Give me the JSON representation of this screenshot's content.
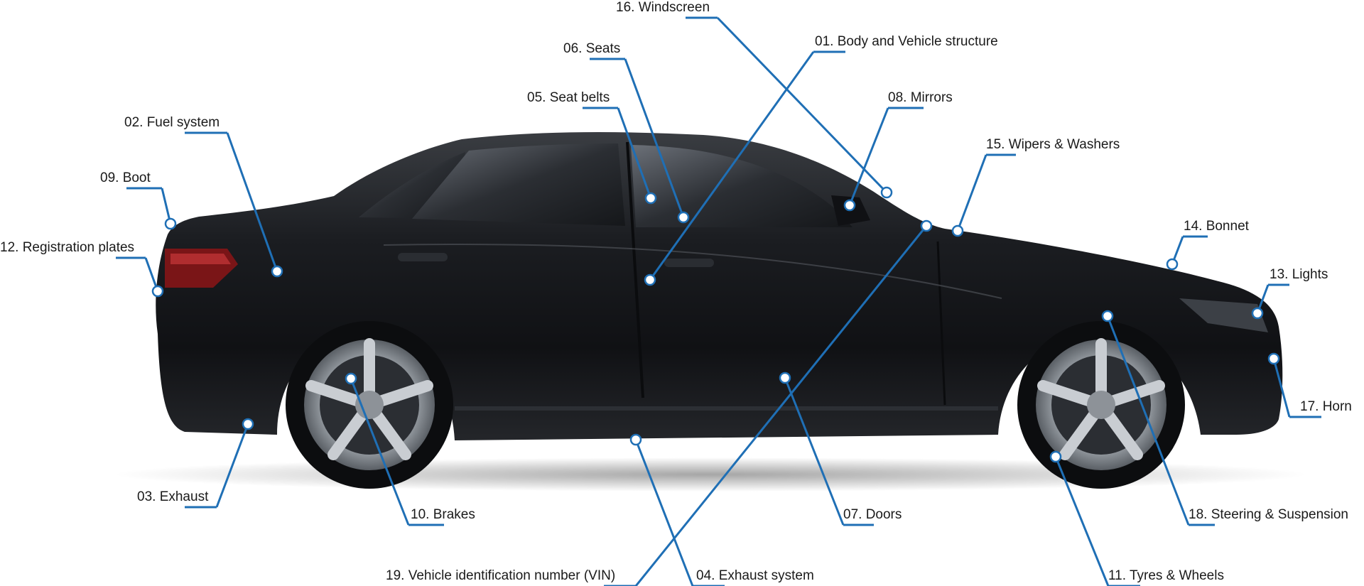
{
  "diagram": {
    "accent_color": "#1f6fb5",
    "car_color": "#17191c",
    "labels": [
      {
        "id": "windscreen",
        "text": "16. Windscreen"
      },
      {
        "id": "body",
        "text": "01. Body and Vehicle structure"
      },
      {
        "id": "seats",
        "text": "06. Seats"
      },
      {
        "id": "seatbelts",
        "text": "05. Seat belts"
      },
      {
        "id": "mirrors",
        "text": "08. Mirrors"
      },
      {
        "id": "fuel",
        "text": "02. Fuel system"
      },
      {
        "id": "wipers",
        "text": "15. Wipers & Washers"
      },
      {
        "id": "boot",
        "text": "09. Boot"
      },
      {
        "id": "bonnet",
        "text": "14. Bonnet"
      },
      {
        "id": "regplates",
        "text": "12. Registration plates"
      },
      {
        "id": "lights",
        "text": "13. Lights"
      },
      {
        "id": "horn",
        "text": "17. Horn"
      },
      {
        "id": "exhaust",
        "text": "03. Exhaust"
      },
      {
        "id": "brakes",
        "text": "10. Brakes"
      },
      {
        "id": "doors",
        "text": "07. Doors"
      },
      {
        "id": "steering",
        "text": "18. Steering & Suspension"
      },
      {
        "id": "vin",
        "text": "19. Vehicle identification number (VIN)"
      },
      {
        "id": "exhaustsys",
        "text": "04. Exhaust system"
      },
      {
        "id": "tyres",
        "text": "11. Tyres & Wheels"
      }
    ]
  }
}
